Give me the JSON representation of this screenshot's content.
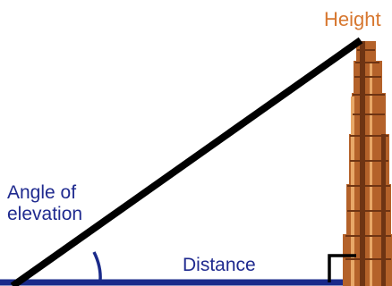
{
  "labels": {
    "height": "Height",
    "angle_line1": "Angle of",
    "angle_line2": "elevation",
    "distance": "Distance"
  },
  "colors": {
    "height_label": "#d7772f",
    "label_text": "#1f2a8f",
    "hypotenuse": "#000000",
    "ground": "#1a2a8a",
    "angle_arc": "#1a2a8a",
    "right_angle_marker": "#000000",
    "tower_body": "#b4622a",
    "tower_shadow": "#6e3413",
    "tower_highlight": "#e8a868"
  },
  "icons": {
    "tower": "skyscraper-illustration"
  }
}
